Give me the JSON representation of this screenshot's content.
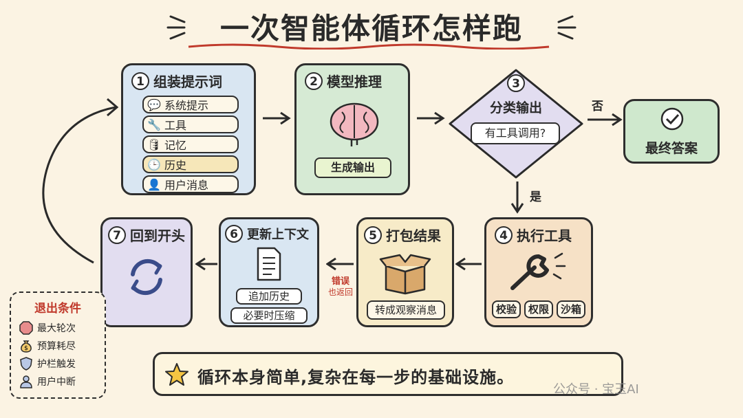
{
  "title": "一次智能体循环怎样跑",
  "step1": {
    "num": "1",
    "title": "组装提示词",
    "items": [
      {
        "icon": "chat-icon",
        "label": "系统提示"
      },
      {
        "icon": "wrench-icon",
        "label": "工具"
      },
      {
        "icon": "database-icon",
        "label": "记忆"
      },
      {
        "icon": "clock-icon",
        "label": "历史"
      },
      {
        "icon": "user-icon",
        "label": "用户消息"
      }
    ]
  },
  "step2": {
    "num": "2",
    "title": "模型推理",
    "output": "生成输出"
  },
  "step3": {
    "num": "3",
    "title": "分类输出",
    "question": "有工具调用?"
  },
  "no_label": "否",
  "yes_label": "是",
  "final": {
    "label": "最终答案"
  },
  "step4": {
    "num": "4",
    "title": "执行工具",
    "tags": [
      "校验",
      "权限",
      "沙箱"
    ]
  },
  "step5": {
    "num": "5",
    "title": "打包结果",
    "output": "转成观察消息"
  },
  "error_label": {
    "line1": "错误",
    "line2": "也返回"
  },
  "step6": {
    "num": "6",
    "title": "更新上下文",
    "tags": [
      "追加历史",
      "必要时压缩"
    ]
  },
  "step7": {
    "num": "7",
    "title": "回到开头"
  },
  "exit": {
    "title": "退出条件",
    "items": [
      {
        "icon": "stop-icon",
        "label": "最大轮次"
      },
      {
        "icon": "money-bag-icon",
        "label": "预算耗尽"
      },
      {
        "icon": "shield-icon",
        "label": "护栏触发"
      },
      {
        "icon": "user-icon",
        "label": "用户中断"
      }
    ]
  },
  "summary": "循环本身简单,复杂在每一步的基础设施。",
  "watermark": "公众号 · 宝玉AI",
  "colors": {
    "blue": "#d9e6f2",
    "green": "#d6ead4",
    "purple": "#e2ddf0",
    "peach": "#f6e1c6",
    "yellow": "#f7ebc8",
    "final": "#cfe8cd",
    "red": "#c0392b"
  }
}
